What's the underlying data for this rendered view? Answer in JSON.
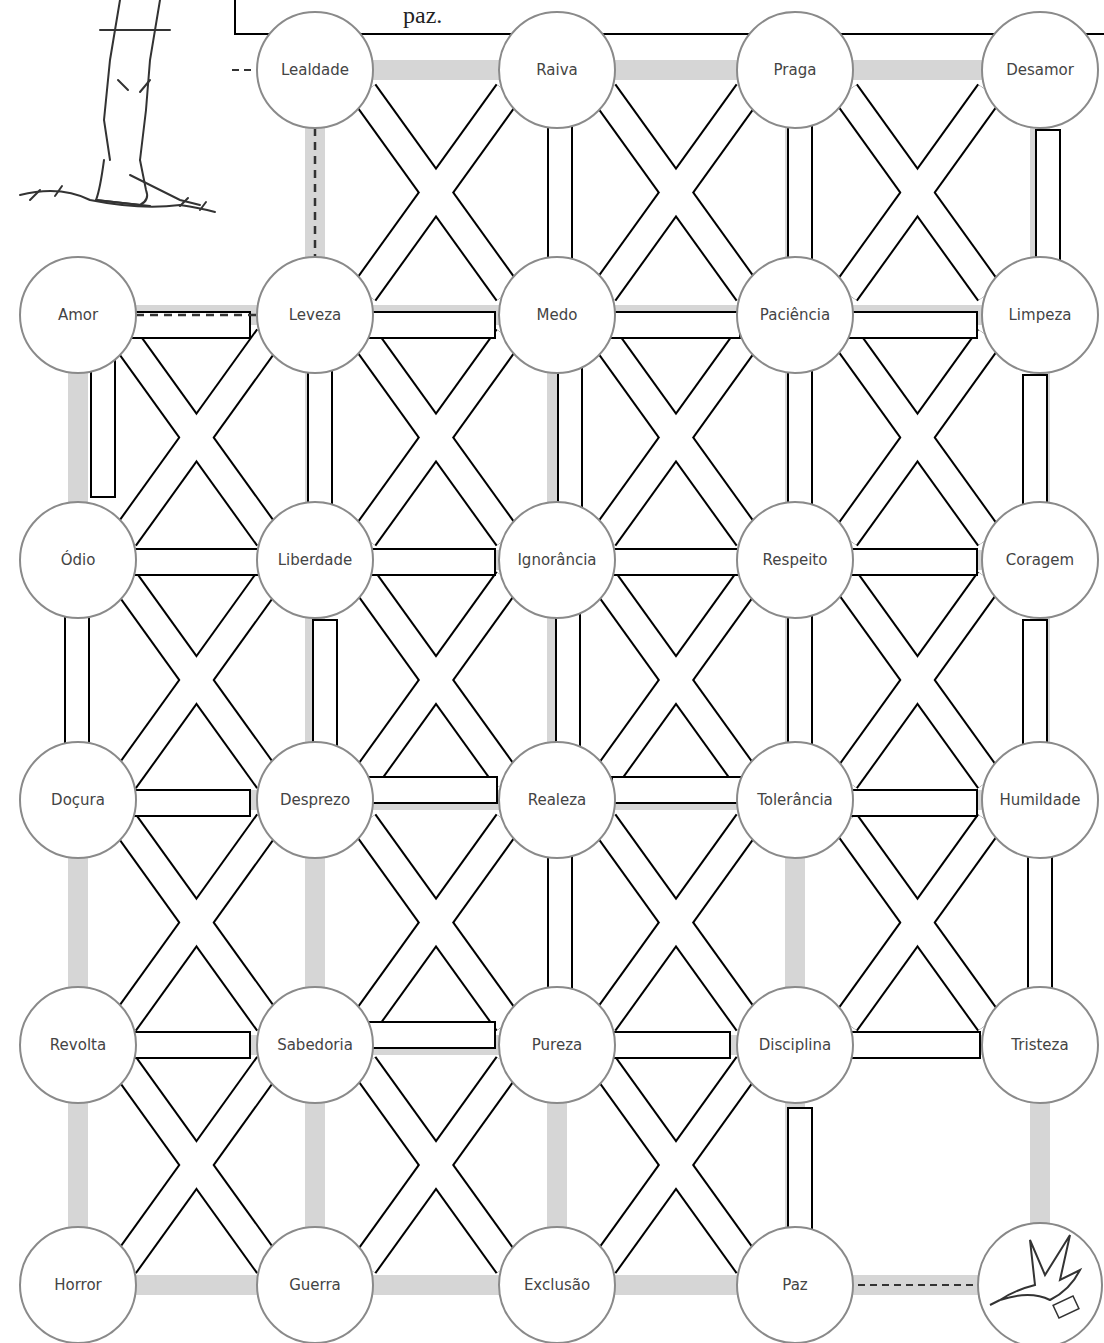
{
  "diagram": {
    "nodes": [
      {
        "text": [
          "Lealdade"
        ]
      },
      {
        "text": [
          "Raiva"
        ]
      },
      {
        "text": [
          "Praga"
        ]
      },
      {
        "text": [
          "Desamor"
        ]
      },
      {
        "text": [
          "Amor"
        ]
      },
      {
        "text": [
          "Leveza"
        ]
      },
      {
        "text": [
          "Medo"
        ]
      },
      {
        "text": [
          "Paciência"
        ]
      },
      {
        "text": [
          "Limpeza"
        ]
      },
      {
        "text": [
          "Ódio"
        ]
      },
      {
        "text": [
          "Liberdade"
        ]
      },
      {
        "text": [
          "Ignorância"
        ]
      },
      {
        "text": [
          "Respeito"
        ]
      },
      {
        "text": [
          "Coragem"
        ]
      },
      {
        "text": [
          "Doçura"
        ]
      },
      {
        "text": [
          "Desprezo"
        ]
      },
      {
        "text": [
          "Realeza"
        ]
      },
      {
        "text": [
          "Tolerância"
        ]
      },
      {
        "text": [
          "Humildade"
        ]
      },
      {
        "text": [
          "Revolta"
        ]
      },
      {
        "text": [
          "Sabedoria"
        ]
      },
      {
        "text": [
          "Pureza"
        ]
      },
      {
        "text": [
          "Disciplina"
        ]
      },
      {
        "text": [
          "Tristeza"
        ]
      },
      {
        "text": [
          "Horror"
        ]
      },
      {
        "text": [
          "Guerra"
        ]
      },
      {
        "text": [
          "Exclusão"
        ]
      },
      {
        "text": [
          "Paz"
        ]
      }
    ],
    "edges": [
      {
        "from": 0,
        "to": 5,
        "arrow": "none"
      },
      {
        "from": 4,
        "to": 5,
        "arrow": "none"
      }
    ],
    "labels": [
      "paz."
    ]
  }
}
